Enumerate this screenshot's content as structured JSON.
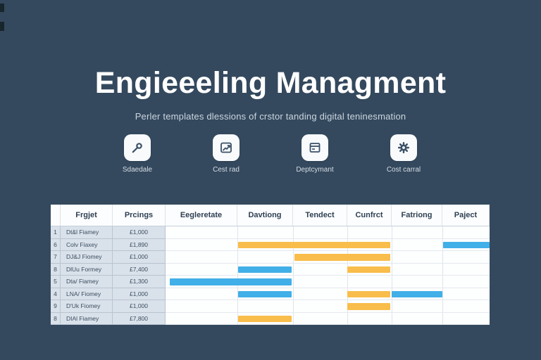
{
  "page": {
    "title": "Engieeeling Managment",
    "subtitle": "Perler templates dlessions of crstor tanding digital teninesmation"
  },
  "features": [
    {
      "label": "Sdaedale",
      "icon": "wrench-icon"
    },
    {
      "label": "Cest rad",
      "icon": "chart-icon"
    },
    {
      "label": "Deptcymant",
      "icon": "window-icon"
    },
    {
      "label": "Cost carral",
      "icon": "gear-icon"
    }
  ],
  "table": {
    "headers": [
      "Frgjet",
      "Prcings",
      "Eegleretate",
      "Davtiong",
      "Tendect",
      "Cunfrct",
      "Fatriong",
      "Paject"
    ],
    "rows": [
      {
        "num": "1",
        "name": "Dt&l Fiamey",
        "price": "£1,000"
      },
      {
        "num": "6",
        "name": "Colv Fiaxey",
        "price": "£1,890"
      },
      {
        "num": "7",
        "name": "DJ&J Fiomey",
        "price": "£1,000"
      },
      {
        "num": "8",
        "name": "DlUu Formey",
        "price": "£7,400"
      },
      {
        "num": "5",
        "name": "Dta/ Fiamey",
        "price": "£1,300"
      },
      {
        "num": "4",
        "name": "LNA/ Fiomey",
        "price": "£1,000"
      },
      {
        "num": "9",
        "name": "D'Uk Fiomey",
        "price": "£1,000"
      },
      {
        "num": "8",
        "name": "DIAl Fiamey",
        "price": "£7,800"
      }
    ]
  },
  "gantt": {
    "bars": [
      {
        "row": 1,
        "color": "blue",
        "left": 85.7,
        "width": 14.3
      },
      {
        "row": 1,
        "color": "orange",
        "left": 22.4,
        "width": 46.9
      },
      {
        "row": 2,
        "color": "orange",
        "left": 39.8,
        "width": 29.6
      },
      {
        "row": 3,
        "color": "blue",
        "left": 22.4,
        "width": 16.5
      },
      {
        "row": 3,
        "color": "orange",
        "left": 56.1,
        "width": 13.2
      },
      {
        "row": 4,
        "color": "blue",
        "left": 1.3,
        "width": 37.6
      },
      {
        "row": 5,
        "color": "blue",
        "left": 22.4,
        "width": 16.5
      },
      {
        "row": 5,
        "color": "orange",
        "left": 56.1,
        "width": 13.2
      },
      {
        "row": 5,
        "color": "blue",
        "left": 69.8,
        "width": 15.6
      },
      {
        "row": 6,
        "color": "orange",
        "left": 56.1,
        "width": 13.2
      },
      {
        "row": 7,
        "color": "orange",
        "left": 22.4,
        "width": 16.5
      }
    ]
  },
  "colors": {
    "blue": "#41AFE8",
    "orange": "#F9BD4B",
    "background": "#34495E"
  }
}
